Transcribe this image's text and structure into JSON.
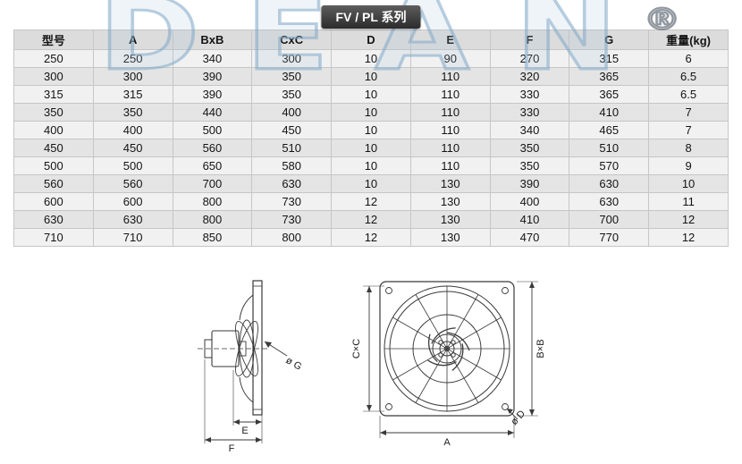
{
  "header": {
    "series_title": "FV / PL 系列"
  },
  "watermark": {
    "letters": "DEAN",
    "registered": "®"
  },
  "table": {
    "columns": [
      "型号",
      "A",
      "BxB",
      "CxC",
      "D",
      "E",
      "F",
      "G",
      "重量(kg)"
    ],
    "rows": [
      [
        "250",
        "250",
        "340",
        "300",
        "10",
        "90",
        "270",
        "315",
        "6"
      ],
      [
        "300",
        "300",
        "390",
        "350",
        "10",
        "110",
        "320",
        "365",
        "6.5"
      ],
      [
        "315",
        "315",
        "390",
        "350",
        "10",
        "110",
        "330",
        "365",
        "6.5"
      ],
      [
        "350",
        "350",
        "440",
        "400",
        "10",
        "110",
        "330",
        "410",
        "7"
      ],
      [
        "400",
        "400",
        "500",
        "450",
        "10",
        "110",
        "340",
        "465",
        "7"
      ],
      [
        "450",
        "450",
        "560",
        "510",
        "10",
        "110",
        "350",
        "510",
        "8"
      ],
      [
        "500",
        "500",
        "650",
        "580",
        "10",
        "110",
        "350",
        "570",
        "9"
      ],
      [
        "560",
        "560",
        "700",
        "630",
        "10",
        "130",
        "390",
        "630",
        "10"
      ],
      [
        "600",
        "600",
        "800",
        "730",
        "12",
        "130",
        "400",
        "630",
        "11"
      ],
      [
        "630",
        "630",
        "800",
        "730",
        "12",
        "130",
        "410",
        "700",
        "12"
      ],
      [
        "710",
        "710",
        "850",
        "800",
        "12",
        "130",
        "470",
        "770",
        "12"
      ]
    ]
  },
  "diagrams": {
    "side_view": {
      "dia_g": "ø G",
      "dim_e": "E",
      "dim_f": "F"
    },
    "front_view": {
      "dim_cxc": "C×C",
      "dim_bxb": "B×B",
      "dim_a": "A",
      "dia_d": "ø D"
    }
  }
}
